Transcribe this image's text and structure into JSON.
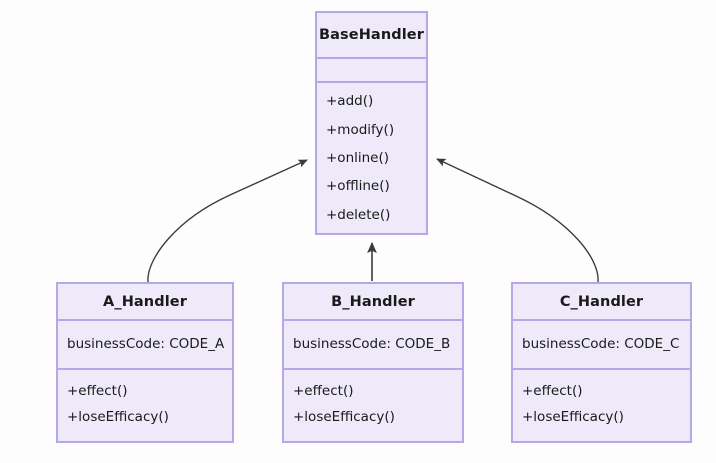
{
  "diagram": {
    "type": "uml-class-diagram",
    "background_color": "#fdfdfd",
    "class_fill_color": "#eeeaf9",
    "class_border_color": "#b9a6e6",
    "edge_color": "#3a3a3a",
    "classes": [
      {
        "id": "base-handler",
        "name": "BaseHandler",
        "attributes": [],
        "methods": [
          "+add()",
          "+modify()",
          "+online()",
          "+offline()",
          "+delete()"
        ]
      },
      {
        "id": "a-handler",
        "name": "A_Handler",
        "attributes": [
          "businessCode: CODE_A"
        ],
        "methods": [
          "+effect()",
          "+loseEfficacy()"
        ]
      },
      {
        "id": "b-handler",
        "name": "B_Handler",
        "attributes": [
          "businessCode: CODE_B"
        ],
        "methods": [
          "+effect()",
          "+loseEfficacy()"
        ]
      },
      {
        "id": "c-handler",
        "name": "C_Handler",
        "attributes": [
          "businessCode: CODE_C"
        ],
        "methods": [
          "+effect()",
          "+loseEfficacy()"
        ]
      }
    ],
    "relationships": [
      {
        "id": "edge-a-base",
        "from": "A_Handler",
        "to": "BaseHandler",
        "kind": "generalization",
        "style": "curved"
      },
      {
        "id": "edge-b-base",
        "from": "B_Handler",
        "to": "BaseHandler",
        "kind": "generalization",
        "style": "straight"
      },
      {
        "id": "edge-c-base",
        "from": "C_Handler",
        "to": "BaseHandler",
        "kind": "generalization",
        "style": "curved"
      }
    ]
  }
}
